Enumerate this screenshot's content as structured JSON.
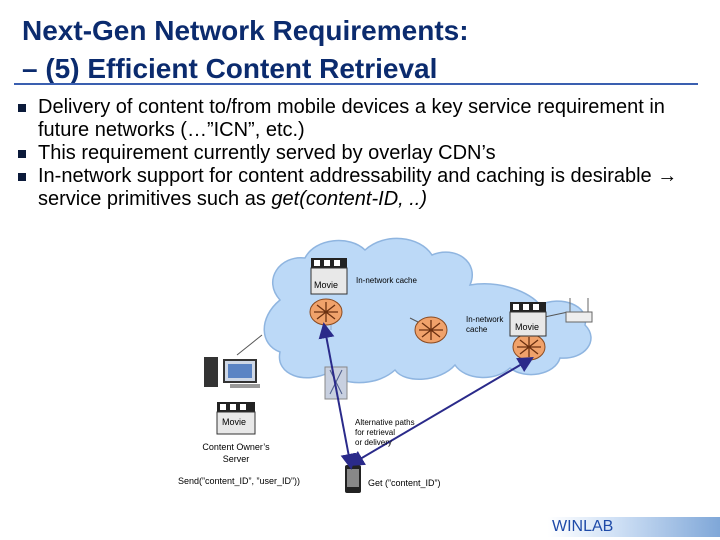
{
  "title": {
    "line1": "Next-Gen Network Requirements:",
    "line2": "– (5) Efficient Content Retrieval"
  },
  "bullets": [
    {
      "text": "Delivery of content to/from mobile devices a key service requirement in future networks (…”ICN”, etc.)"
    },
    {
      "text": "This requirement currently served by overlay CDN’s"
    },
    {
      "text_pre": "In-network support for content addressability and caching is desirable ",
      "arrow": "→",
      "text_mid": " service primitives such as ",
      "text_em": "get(content-ID, ..)"
    }
  ],
  "diagram": {
    "in_network_cache_1": "In-network cache",
    "in_network_cache_2a": "In-network",
    "in_network_cache_2b": "cache",
    "movie_label": "Movie",
    "alt_paths_1": "Alternative paths",
    "alt_paths_2": "for retrieval",
    "alt_paths_3": "or delivery",
    "owner_1": "Content Owner’s",
    "owner_2": "Server",
    "send_call": "Send(”content_ID”, ”user_ID”))",
    "get_call": "Get (”content_ID”)"
  },
  "colors": {
    "title": "#0b2b6e",
    "cloud": "#bcd9f7",
    "router": "#f0a26b",
    "arrow": "#2a2a8a"
  },
  "footer": {
    "logo": "WINLAB"
  }
}
